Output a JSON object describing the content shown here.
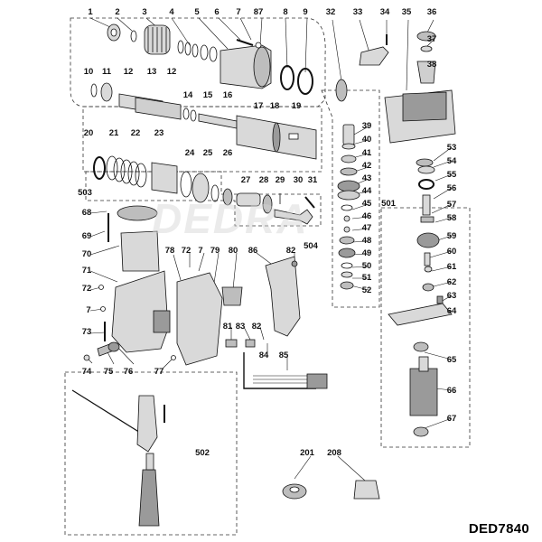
{
  "model_code": "DED7840",
  "watermark_text": "DEDRA",
  "colors": {
    "line": "#111111",
    "part_fill": "#d9d9d9",
    "part_dark": "#7a7a7a",
    "dash": "#333333"
  },
  "labels": [
    "1",
    "2",
    "3",
    "4",
    "5",
    "6",
    "7",
    "87",
    "8",
    "9",
    "32",
    "33",
    "34",
    "35",
    "36",
    "37",
    "38",
    "10",
    "11",
    "12",
    "13",
    "12",
    "14",
    "15",
    "16",
    "17",
    "18",
    "19",
    "20",
    "21",
    "22",
    "23",
    "24",
    "25",
    "26",
    "27",
    "28",
    "29",
    "30",
    "31",
    "39",
    "40",
    "41",
    "42",
    "43",
    "44",
    "45",
    "46",
    "47",
    "48",
    "49",
    "50",
    "51",
    "52",
    "53",
    "54",
    "55",
    "56",
    "57",
    "58",
    "59",
    "60",
    "61",
    "62",
    "63",
    "64",
    "65",
    "66",
    "67",
    "501",
    "503",
    "504",
    "68",
    "69",
    "70",
    "71",
    "72",
    "7",
    "73",
    "74",
    "75",
    "76",
    "77",
    "78",
    "72",
    "7",
    "79",
    "80",
    "86",
    "82",
    "81",
    "83",
    "82",
    "84",
    "85",
    "502",
    "201",
    "208"
  ]
}
